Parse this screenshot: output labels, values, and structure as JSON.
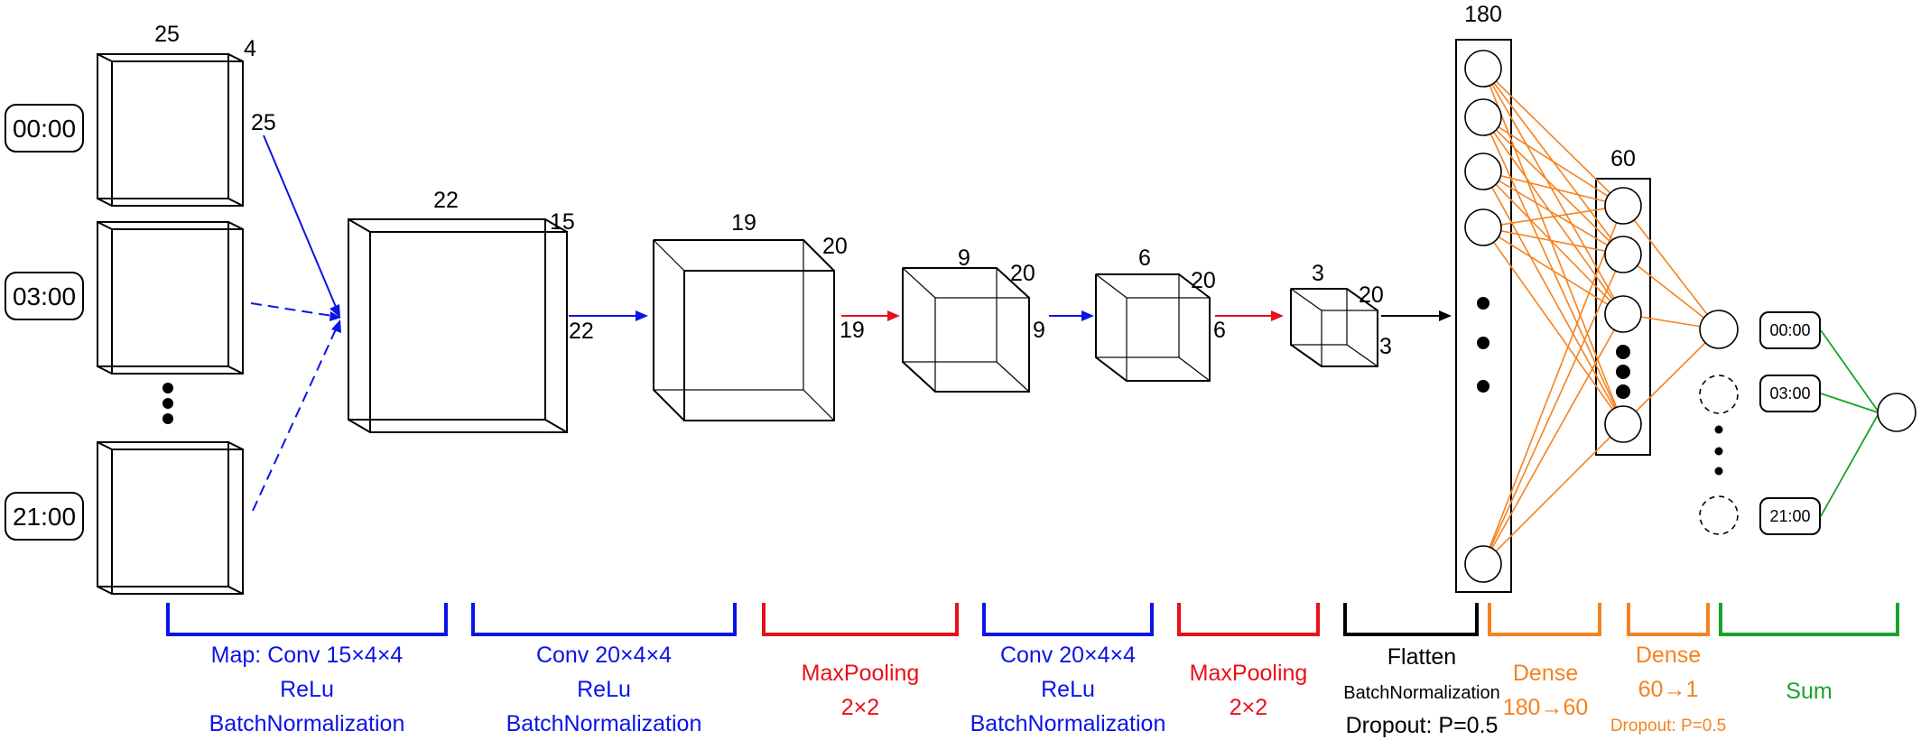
{
  "colors": {
    "conv": "#0a14e6",
    "pool": "#e8101a",
    "flatten": "#000000",
    "dense": "#f5821f",
    "sum": "#1aa329"
  },
  "inputs": {
    "times": [
      "00:00",
      "03:00",
      "21:00"
    ],
    "dims": {
      "width": "25",
      "depth": "4",
      "height": "25"
    }
  },
  "volumes": [
    {
      "w": "22",
      "d": "15",
      "h": "22"
    },
    {
      "w": "19",
      "d": "20",
      "h": "19"
    },
    {
      "w": "9",
      "d": "20",
      "h": "9"
    },
    {
      "w": "6",
      "d": "20",
      "h": "6"
    },
    {
      "w": "3",
      "d": "20",
      "h": "3"
    }
  ],
  "layers": {
    "flatten_count": "180",
    "dense_count": "60"
  },
  "outputs": {
    "times": [
      "00:00",
      "03:00",
      "21:00"
    ]
  },
  "stages": [
    {
      "color": "conv",
      "lines": [
        "Map: Conv 15×4×4",
        "ReLu",
        "BatchNormalization"
      ]
    },
    {
      "color": "conv",
      "lines": [
        "Conv 20×4×4",
        "ReLu",
        "BatchNormalization"
      ]
    },
    {
      "color": "pool",
      "lines": [
        "MaxPooling",
        "2×2"
      ]
    },
    {
      "color": "conv",
      "lines": [
        "Conv 20×4×4",
        "ReLu",
        "BatchNormalization"
      ]
    },
    {
      "color": "pool",
      "lines": [
        "MaxPooling",
        "2×2"
      ]
    },
    {
      "color": "flatten",
      "lines": [
        "Flatten",
        "BatchNormalization",
        "Dropout: P=0.5"
      ]
    },
    {
      "color": "dense",
      "lines": [
        "Dense",
        "180→60"
      ]
    },
    {
      "color": "dense",
      "lines": [
        "Dense",
        "60→1",
        "Dropout: P=0.5"
      ]
    },
    {
      "color": "sum",
      "lines": [
        "Sum"
      ]
    }
  ]
}
